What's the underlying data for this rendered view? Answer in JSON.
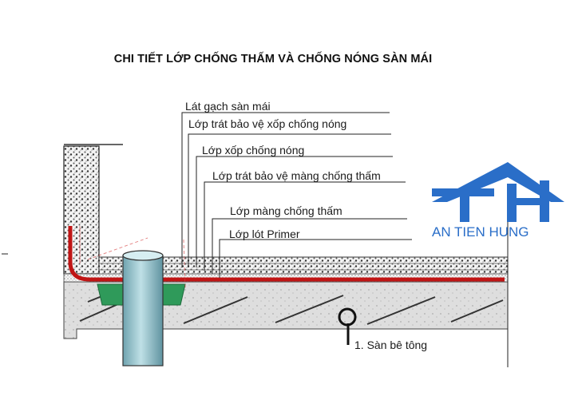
{
  "title": "CHI TIẾT LỚP CHỐNG THẤM VÀ CHỐNG NÓNG SÀN MÁI",
  "layers": [
    {
      "label": "Lát gạch sàn mái"
    },
    {
      "label": "Lớp trát bảo vệ xốp chống nóng"
    },
    {
      "label": "Lớp xốp chống nóng"
    },
    {
      "label": "Lớp trát bảo vệ màng chống thấm"
    },
    {
      "label": "Lớp màng chống thấm"
    },
    {
      "label": "Lớp lót Primer"
    }
  ],
  "slab_label": "1. Sàn bê tông",
  "logo": {
    "text": "AN TIEN HUNG",
    "icon": "house-roof-icon",
    "color": "#2a6ec8"
  },
  "colors": {
    "membrane": "#c01515",
    "pipe": "#8fc1cc",
    "drain": "#2f9a5a",
    "concrete": "#dcdcdc"
  }
}
